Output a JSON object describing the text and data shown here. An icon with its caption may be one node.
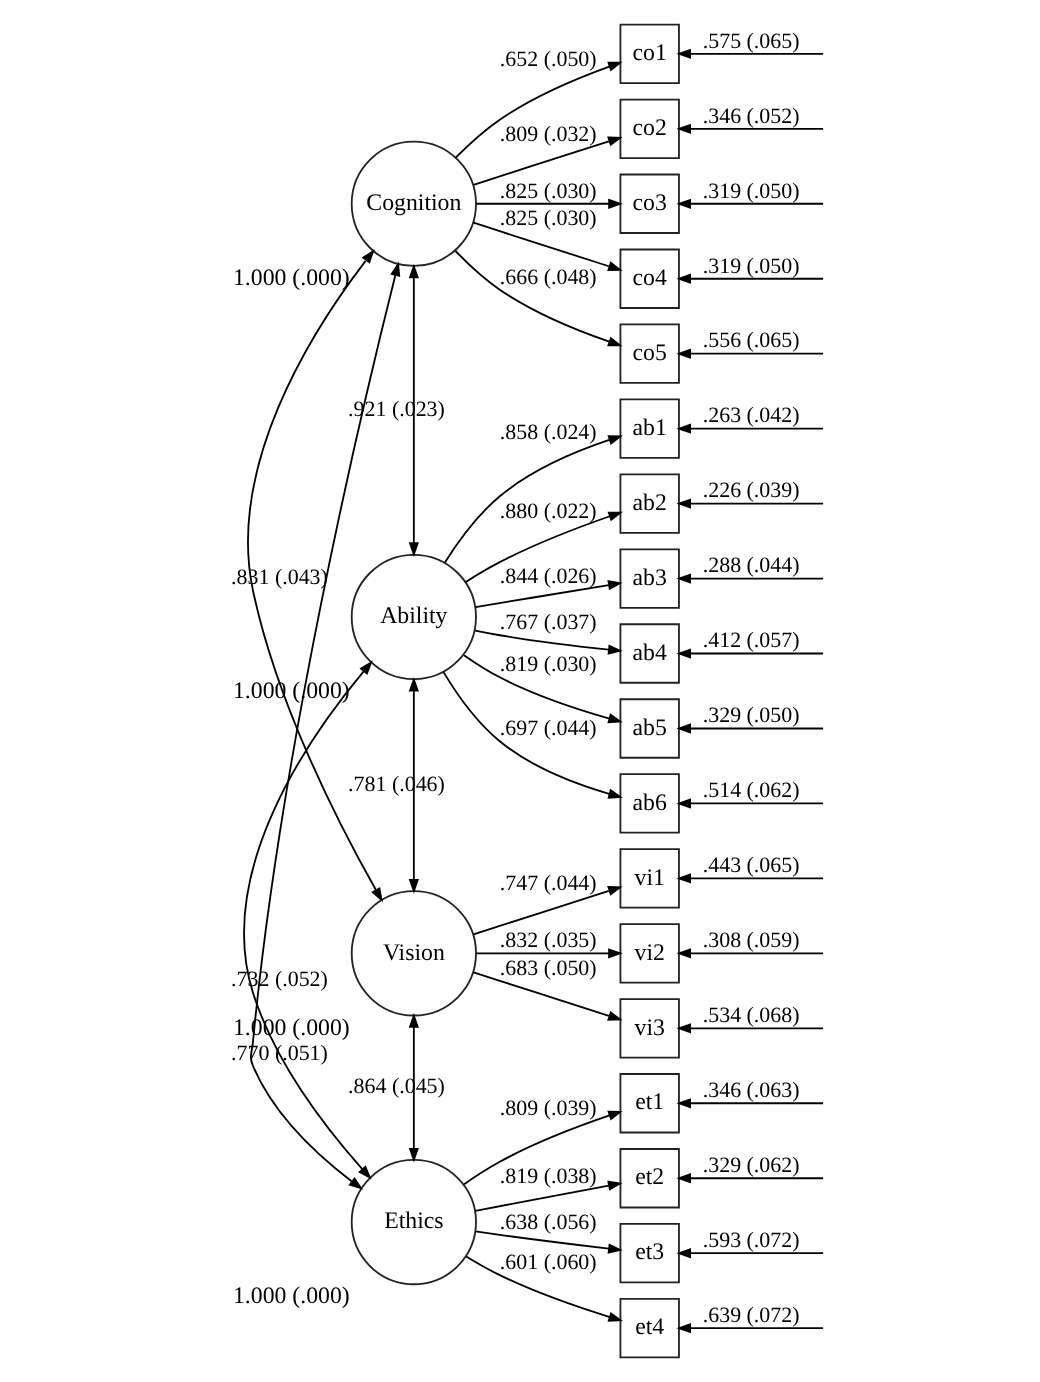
{
  "diagram": {
    "nodes": [
      {
        "text": [
          "Cognition"
        ],
        "beside": [
          "1.000 (.000)"
        ]
      },
      {
        "text": [
          "Ability"
        ],
        "beside": [
          "1.000 (.000)"
        ]
      },
      {
        "text": [
          "Vision"
        ],
        "beside": [
          "1.000 (.000)"
        ]
      },
      {
        "text": [
          "Ethics"
        ],
        "beside": [
          "1.000 (.000)"
        ]
      },
      {
        "text": [
          "co1"
        ]
      },
      {
        "text": [
          "co2"
        ]
      },
      {
        "text": [
          "co3"
        ]
      },
      {
        "text": [
          "co4"
        ]
      },
      {
        "text": [
          "co5"
        ]
      },
      {
        "text": [
          "ab1"
        ]
      },
      {
        "text": [
          "ab2"
        ]
      },
      {
        "text": [
          "ab3"
        ]
      },
      {
        "text": [
          "ab4"
        ]
      },
      {
        "text": [
          "ab5"
        ]
      },
      {
        "text": [
          "ab6"
        ]
      },
      {
        "text": [
          "vi1"
        ]
      },
      {
        "text": [
          "vi2"
        ]
      },
      {
        "text": [
          "vi3"
        ]
      },
      {
        "text": [
          "et1"
        ]
      },
      {
        "text": [
          "et2"
        ]
      },
      {
        "text": [
          "et3"
        ]
      },
      {
        "text": [
          "et4"
        ]
      }
    ],
    "edges": [
      {
        "from": 0,
        "to": 4,
        "arrow": "to",
        "label": ".652 (.050)"
      },
      {
        "from": 0,
        "to": 5,
        "arrow": "to",
        "label": ".809 (.032)"
      },
      {
        "from": 0,
        "to": 6,
        "arrow": "to",
        "label": ".825 (.030)"
      },
      {
        "from": 0,
        "to": 7,
        "arrow": "to",
        "label": ".825 (.030)"
      },
      {
        "from": 0,
        "to": 8,
        "arrow": "to",
        "label": ".666 (.048)"
      },
      {
        "from": 1,
        "to": 9,
        "arrow": "to",
        "label": ".858 (.024)"
      },
      {
        "from": 1,
        "to": 10,
        "arrow": "to",
        "label": ".880 (.022)"
      },
      {
        "from": 1,
        "to": 11,
        "arrow": "to",
        "label": ".844 (.026)"
      },
      {
        "from": 1,
        "to": 12,
        "arrow": "to",
        "label": ".767 (.037)"
      },
      {
        "from": 1,
        "to": 13,
        "arrow": "to",
        "label": ".819 (.030)"
      },
      {
        "from": 1,
        "to": 14,
        "arrow": "to",
        "label": ".697 (.044)"
      },
      {
        "from": 2,
        "to": 15,
        "arrow": "to",
        "label": ".747 (.044)"
      },
      {
        "from": 2,
        "to": 16,
        "arrow": "to",
        "label": ".832 (.035)"
      },
      {
        "from": 2,
        "to": 17,
        "arrow": "to",
        "label": ".683 (.050)"
      },
      {
        "from": 3,
        "to": 18,
        "arrow": "to",
        "label": ".809 (.039)"
      },
      {
        "from": 3,
        "to": 19,
        "arrow": "to",
        "label": ".819 (.038)"
      },
      {
        "from": 3,
        "to": 20,
        "arrow": "to",
        "label": ".638 (.056)"
      },
      {
        "from": 3,
        "to": 21,
        "arrow": "to",
        "label": ".601 (.060)"
      },
      {
        "from": 0,
        "to": 1,
        "arrow": "both",
        "label": ".921 (.023)"
      },
      {
        "from": 0,
        "to": 2,
        "arrow": "both",
        "label": ".831 (.043)"
      },
      {
        "from": 0,
        "to": 3,
        "arrow": "both",
        "label": ".770 (.051)"
      },
      {
        "from": 1,
        "to": 2,
        "arrow": "both",
        "label": ".781 (.046)"
      },
      {
        "from": 1,
        "to": 3,
        "arrow": "both",
        "label": ".732 (.052)"
      },
      {
        "from": 2,
        "to": 3,
        "arrow": "both",
        "label": ".864 (.045)"
      },
      {
        "from": null,
        "to": 4,
        "arrow": "to",
        "label": ".575 (.065)"
      },
      {
        "from": null,
        "to": 5,
        "arrow": "to",
        "label": ".346 (.052)"
      },
      {
        "from": null,
        "to": 6,
        "arrow": "to",
        "label": ".319 (.050)"
      },
      {
        "from": null,
        "to": 7,
        "arrow": "to",
        "label": ".319 (.050)"
      },
      {
        "from": null,
        "to": 8,
        "arrow": "to",
        "label": ".556 (.065)"
      },
      {
        "from": null,
        "to": 9,
        "arrow": "to",
        "label": ".263 (.042)"
      },
      {
        "from": null,
        "to": 10,
        "arrow": "to",
        "label": ".226 (.039)"
      },
      {
        "from": null,
        "to": 11,
        "arrow": "to",
        "label": ".288 (.044)"
      },
      {
        "from": null,
        "to": 12,
        "arrow": "to",
        "label": ".412 (.057)"
      },
      {
        "from": null,
        "to": 13,
        "arrow": "to",
        "label": ".329 (.050)"
      },
      {
        "from": null,
        "to": 14,
        "arrow": "to",
        "label": ".514 (.062)"
      },
      {
        "from": null,
        "to": 15,
        "arrow": "to",
        "label": ".443 (.065)"
      },
      {
        "from": null,
        "to": 16,
        "arrow": "to",
        "label": ".308 (.059)"
      },
      {
        "from": null,
        "to": 17,
        "arrow": "to",
        "label": ".534 (.068)"
      },
      {
        "from": null,
        "to": 18,
        "arrow": "to",
        "label": ".346 (.063)"
      },
      {
        "from": null,
        "to": 19,
        "arrow": "to",
        "label": ".329 (.062)"
      },
      {
        "from": null,
        "to": 20,
        "arrow": "to",
        "label": ".593 (.072)"
      },
      {
        "from": null,
        "to": 21,
        "arrow": "to",
        "label": ".639 (.072)"
      }
    ]
  }
}
